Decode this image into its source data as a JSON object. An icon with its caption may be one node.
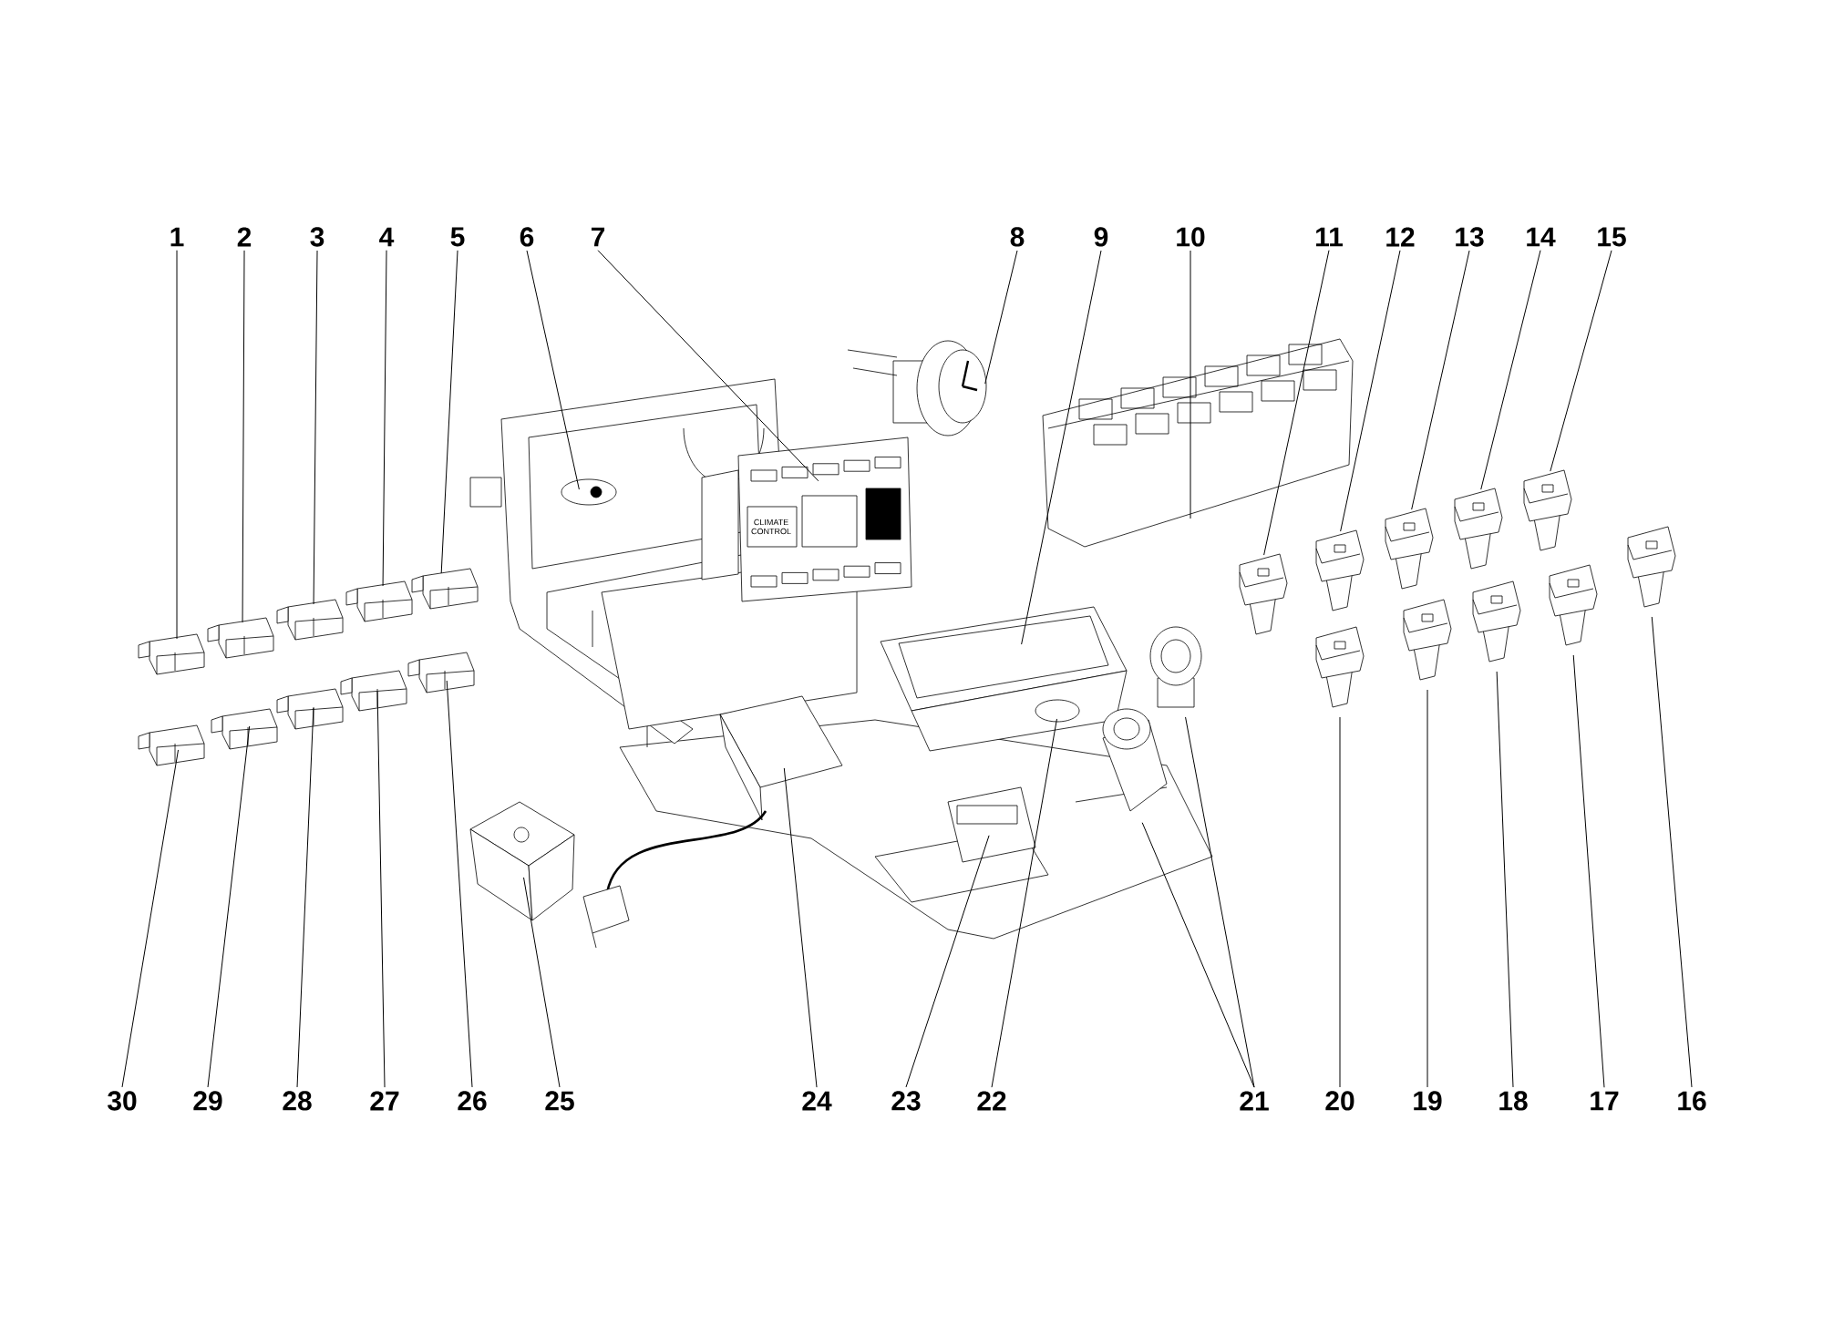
{
  "diagram": {
    "nodes": [
      {
        "text": [
          "1"
        ]
      },
      {
        "text": [
          "2"
        ]
      },
      {
        "text": [
          "3"
        ]
      },
      {
        "text": [
          "4"
        ]
      },
      {
        "text": [
          "5"
        ]
      },
      {
        "text": [
          "6"
        ]
      },
      {
        "text": [
          "7"
        ]
      },
      {
        "text": [
          "8"
        ]
      },
      {
        "text": [
          "9"
        ]
      },
      {
        "text": [
          "10"
        ]
      },
      {
        "text": [
          "11"
        ]
      },
      {
        "text": [
          "12"
        ]
      },
      {
        "text": [
          "13"
        ]
      },
      {
        "text": [
          "14"
        ]
      },
      {
        "text": [
          "15"
        ]
      },
      {
        "text": [
          "16"
        ]
      },
      {
        "text": [
          "17"
        ]
      },
      {
        "text": [
          "18"
        ]
      },
      {
        "text": [
          "19"
        ]
      },
      {
        "text": [
          "20"
        ]
      },
      {
        "text": [
          "21"
        ]
      },
      {
        "text": [
          "22"
        ]
      },
      {
        "text": [
          "23"
        ]
      },
      {
        "text": [
          "24"
        ]
      },
      {
        "text": [
          "25"
        ]
      },
      {
        "text": [
          "26"
        ]
      },
      {
        "text": [
          "27"
        ]
      },
      {
        "text": [
          "28"
        ]
      },
      {
        "text": [
          "29"
        ]
      },
      {
        "text": [
          "30"
        ]
      }
    ],
    "edges": [
      {
        "from": 0,
        "to": null,
        "arrow": "none"
      },
      {
        "from": 1,
        "to": null,
        "arrow": "none"
      },
      {
        "from": 2,
        "to": null,
        "arrow": "none"
      },
      {
        "from": 3,
        "to": null,
        "arrow": "none"
      },
      {
        "from": 4,
        "to": null,
        "arrow": "none"
      },
      {
        "from": 5,
        "to": null,
        "arrow": "none"
      },
      {
        "from": 6,
        "to": null,
        "arrow": "none"
      },
      {
        "from": 7,
        "to": null,
        "arrow": "none"
      },
      {
        "from": 8,
        "to": null,
        "arrow": "none"
      },
      {
        "from": 9,
        "to": null,
        "arrow": "none"
      },
      {
        "from": 10,
        "to": null,
        "arrow": "none"
      },
      {
        "from": 11,
        "to": null,
        "arrow": "none"
      },
      {
        "from": 12,
        "to": null,
        "arrow": "none"
      },
      {
        "from": 13,
        "to": null,
        "arrow": "none"
      },
      {
        "from": 14,
        "to": null,
        "arrow": "none"
      },
      {
        "from": 15,
        "to": null,
        "arrow": "none"
      },
      {
        "from": 16,
        "to": null,
        "arrow": "none"
      },
      {
        "from": 17,
        "to": null,
        "arrow": "none"
      },
      {
        "from": 18,
        "to": null,
        "arrow": "none"
      },
      {
        "from": 19,
        "to": null,
        "arrow": "none"
      },
      {
        "from": 20,
        "to": null,
        "arrow": "none"
      },
      {
        "from": 20,
        "to": null,
        "arrow": "none"
      },
      {
        "from": 21,
        "to": null,
        "arrow": "none"
      },
      {
        "from": 22,
        "to": null,
        "arrow": "none"
      },
      {
        "from": 23,
        "to": null,
        "arrow": "none"
      },
      {
        "from": 24,
        "to": null,
        "arrow": "none"
      },
      {
        "from": 25,
        "to": null,
        "arrow": "none"
      },
      {
        "from": 26,
        "to": null,
        "arrow": "none"
      },
      {
        "from": 27,
        "to": null,
        "arrow": "none"
      },
      {
        "from": 28,
        "to": null,
        "arrow": "none"
      },
      {
        "from": 29,
        "to": null,
        "arrow": "none"
      }
    ],
    "labels": [
      "CLIMATE CONTROL"
    ]
  }
}
